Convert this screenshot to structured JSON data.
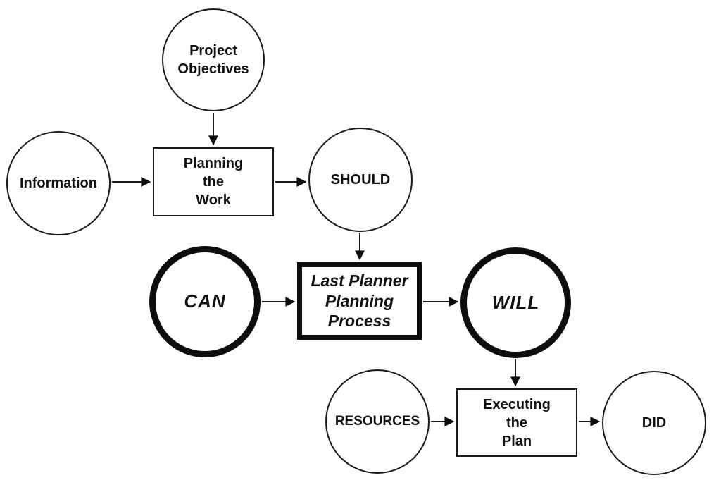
{
  "diagram": {
    "description": "Last Planner planning process flow diagram",
    "nodes": {
      "project_objectives": {
        "label": "Project\nObjectives",
        "shape": "circle",
        "emphasis": "normal"
      },
      "information": {
        "label": "Information",
        "shape": "circle",
        "emphasis": "normal"
      },
      "planning_the_work": {
        "label": "Planning\nthe\nWork",
        "shape": "rect",
        "emphasis": "normal"
      },
      "should": {
        "label": "SHOULD",
        "shape": "circle",
        "emphasis": "normal"
      },
      "can": {
        "label": "CAN",
        "shape": "circle",
        "emphasis": "bold-italic"
      },
      "last_planner": {
        "label": "Last Planner\nPlanning\nProcess",
        "shape": "rect",
        "emphasis": "bold-italic"
      },
      "will": {
        "label": "WILL",
        "shape": "circle",
        "emphasis": "bold-italic"
      },
      "resources": {
        "label": "RESOURCES",
        "shape": "circle",
        "emphasis": "normal"
      },
      "executing_the_plan": {
        "label": "Executing\nthe\nPlan",
        "shape": "rect",
        "emphasis": "normal"
      },
      "did": {
        "label": "DID",
        "shape": "circle",
        "emphasis": "normal"
      }
    },
    "edges": [
      {
        "from": "Project Objectives",
        "to": "Planning the Work"
      },
      {
        "from": "Information",
        "to": "Planning the Work"
      },
      {
        "from": "Planning the Work",
        "to": "SHOULD"
      },
      {
        "from": "SHOULD",
        "to": "Last Planner Planning Process"
      },
      {
        "from": "CAN",
        "to": "Last Planner Planning Process"
      },
      {
        "from": "Last Planner Planning Process",
        "to": "WILL"
      },
      {
        "from": "WILL",
        "to": "Executing the Plan"
      },
      {
        "from": "RESOURCES",
        "to": "Executing the Plan"
      },
      {
        "from": "Executing the Plan",
        "to": "DID"
      }
    ],
    "colors": {
      "background": "#ffffff",
      "stroke": "#1a1a1a",
      "text": "#111111"
    }
  }
}
